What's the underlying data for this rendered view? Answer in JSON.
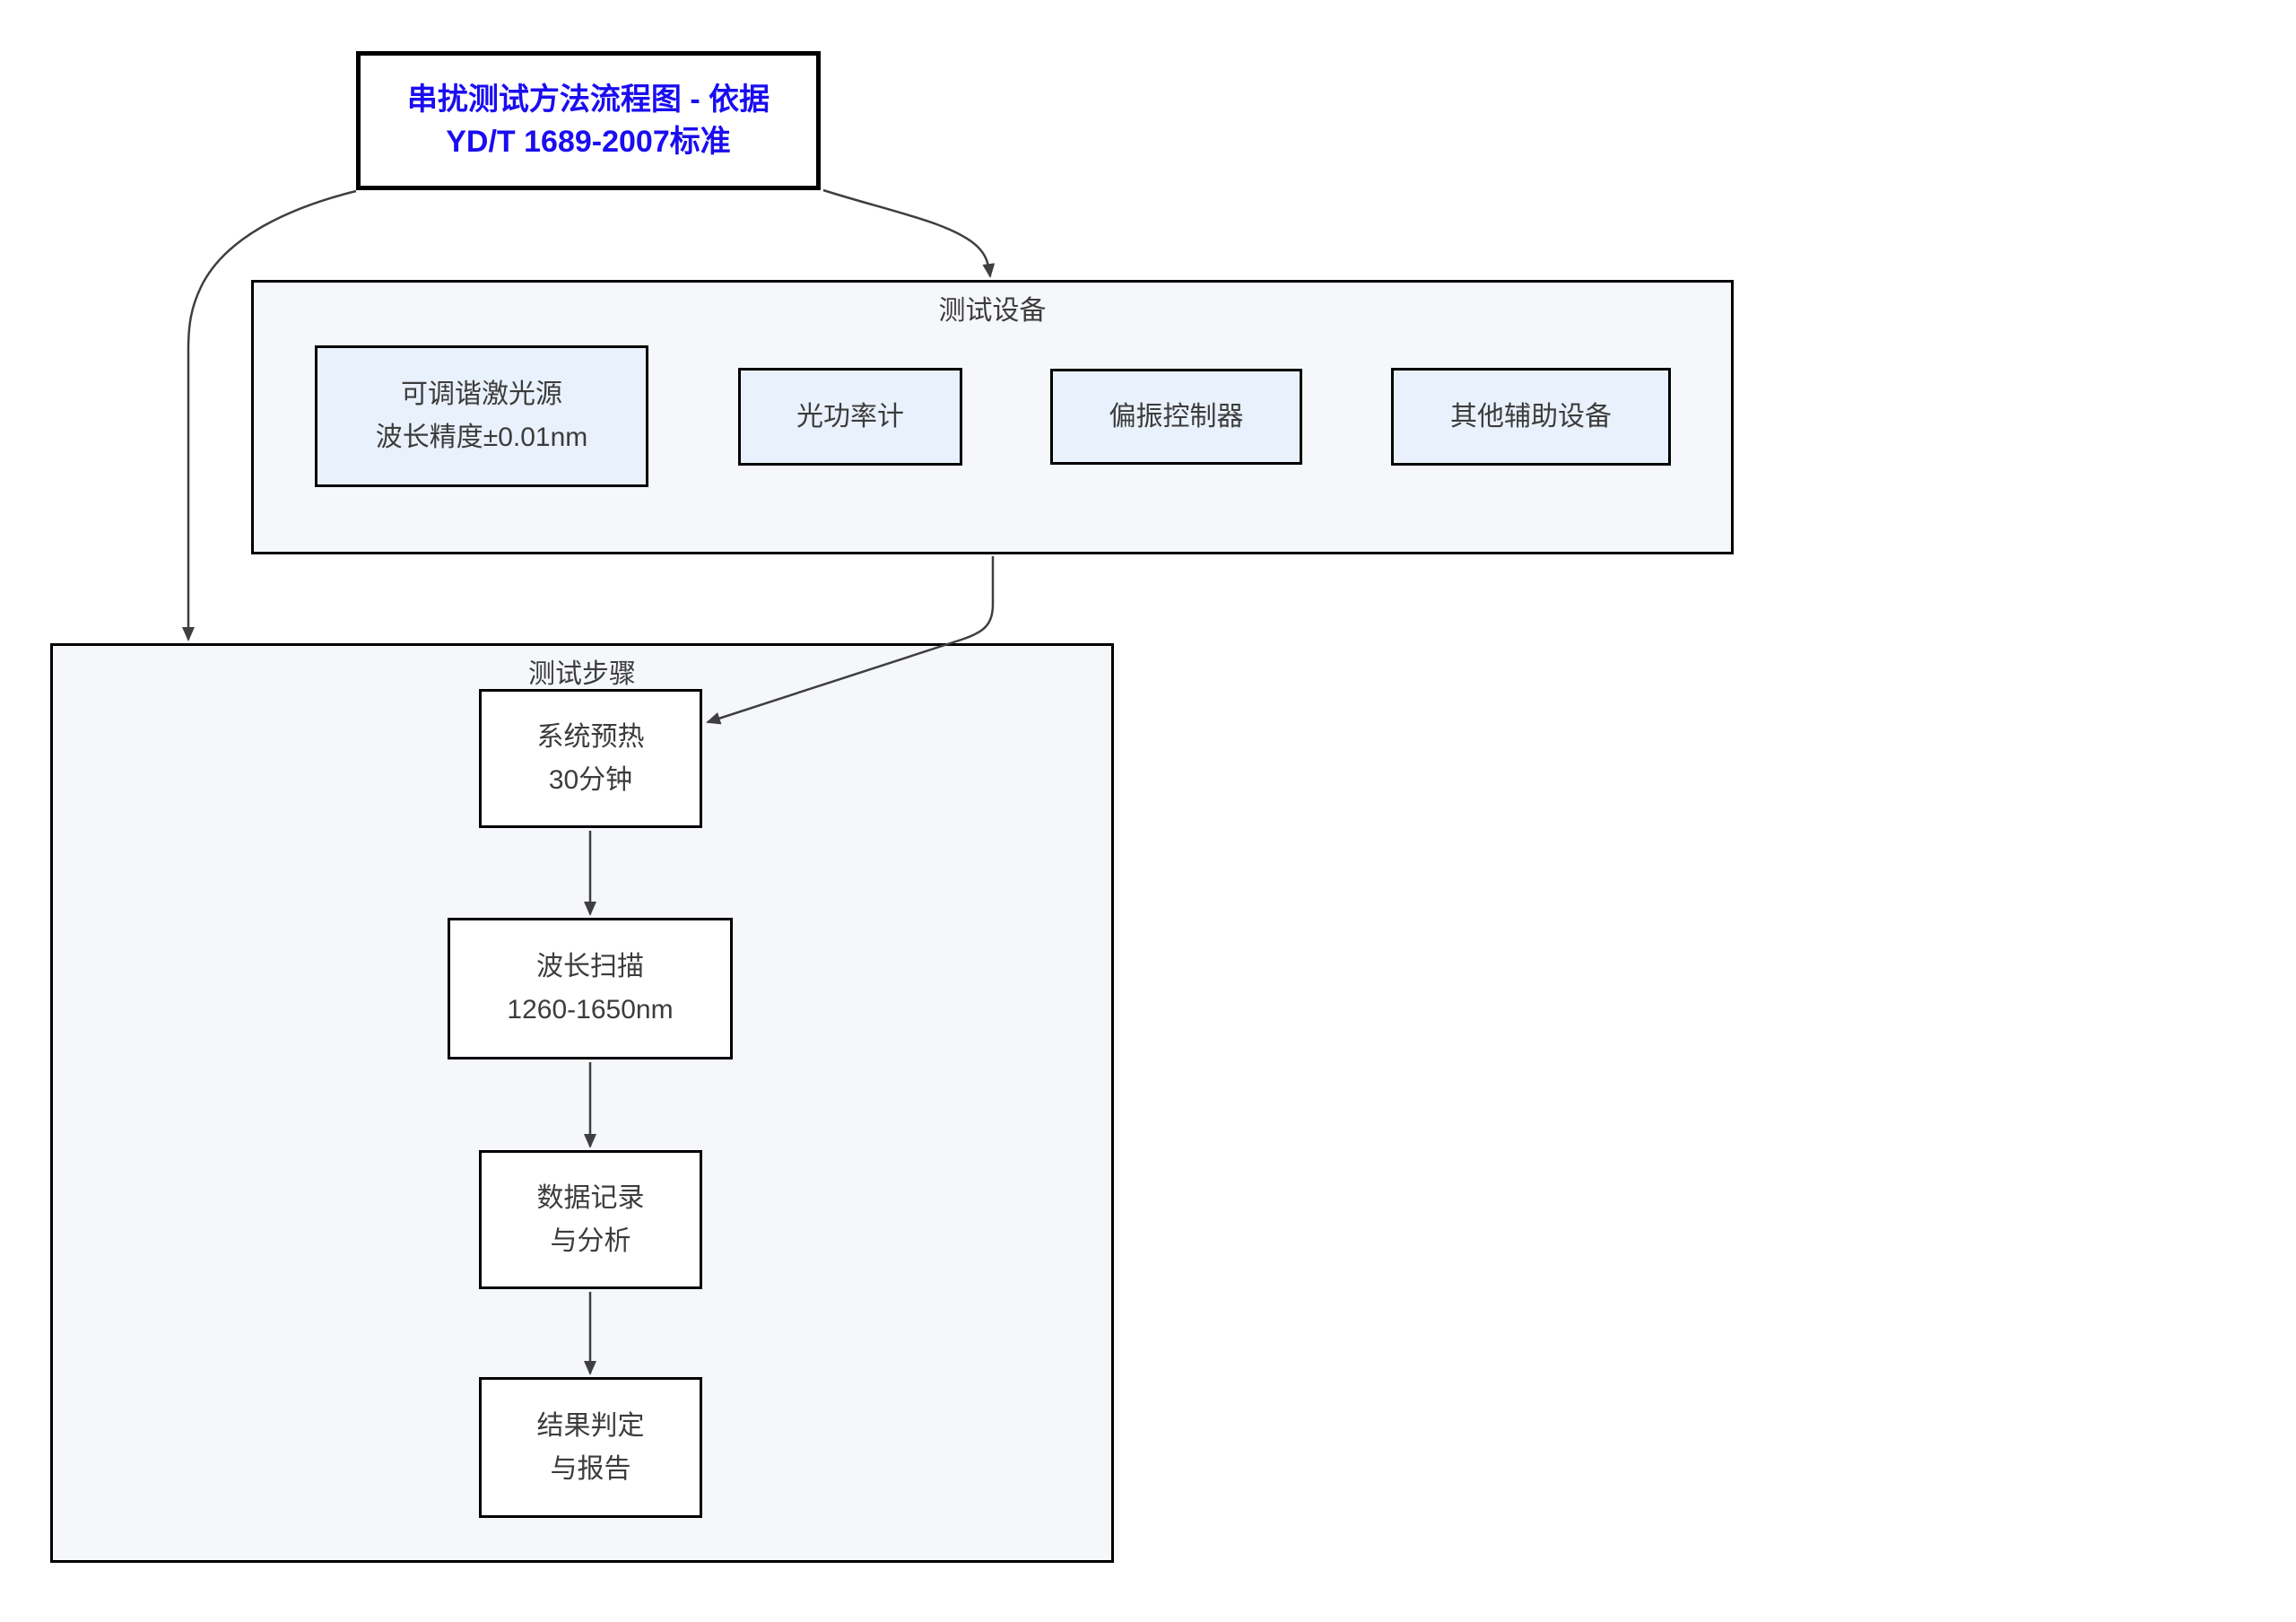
{
  "diagram": {
    "title": {
      "line1": "串扰测试方法流程图 - 依据",
      "line2": "YD/T 1689-2007标准"
    },
    "equipment_group": {
      "label": "测试设备",
      "items": [
        {
          "line1": "可调谐激光源",
          "line2": "波长精度±0.01nm"
        },
        {
          "line1": "光功率计",
          "line2": ""
        },
        {
          "line1": "偏振控制器",
          "line2": ""
        },
        {
          "line1": "其他辅助设备",
          "line2": ""
        }
      ]
    },
    "steps_group": {
      "label": "测试步骤",
      "items": [
        {
          "line1": "系统预热",
          "line2": "30分钟"
        },
        {
          "line1": "波长扫描",
          "line2": "1260-1650nm"
        },
        {
          "line1": "数据记录",
          "line2": "与分析"
        },
        {
          "line1": "结果判定",
          "line2": "与报告"
        }
      ]
    },
    "colors": {
      "title_text": "#1A0DF0",
      "body_text": "#3C3C3C",
      "box_border": "#000000",
      "group_fill": "#F5F7FA",
      "equipment_box_fill": "#E9F1FC",
      "step_box_fill": "#FFFFFF",
      "arrow": "#3F3F3F",
      "page_background": "#FFFFFF"
    }
  }
}
